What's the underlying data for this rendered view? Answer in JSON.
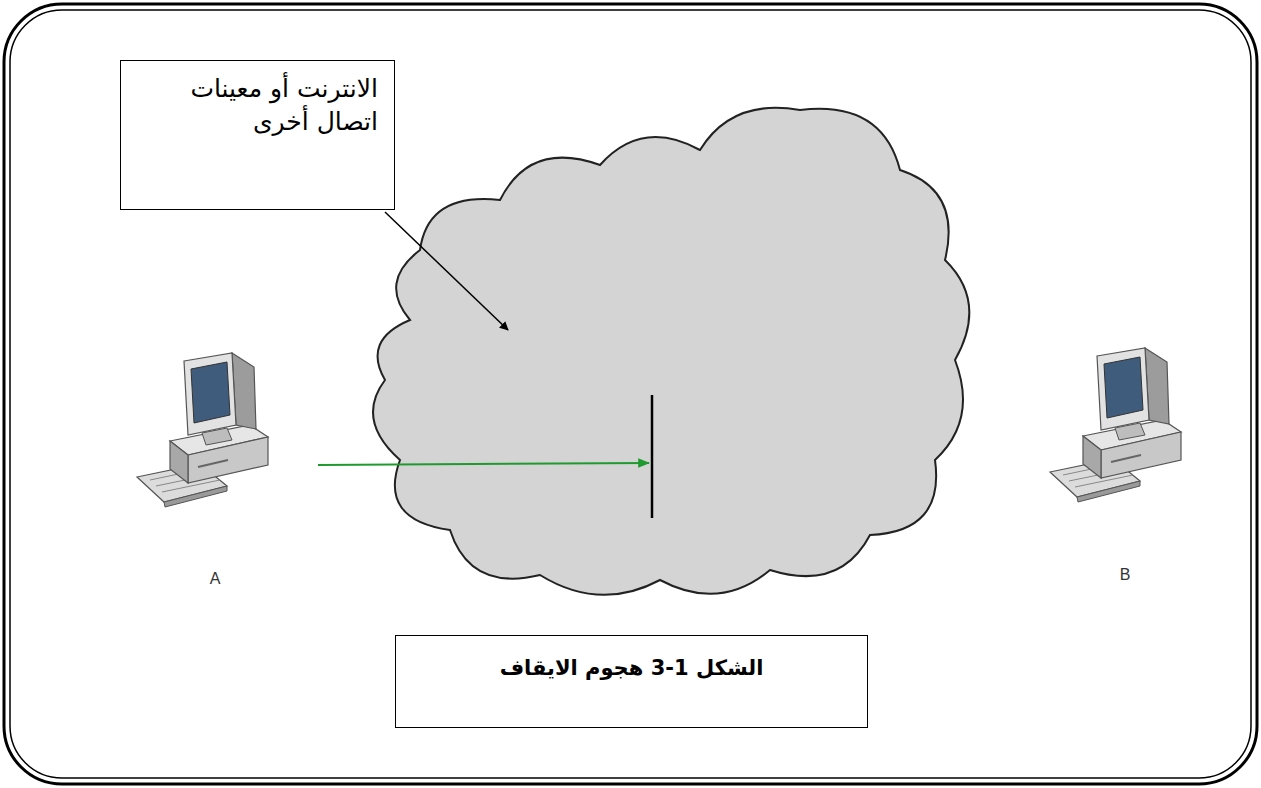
{
  "diagram": {
    "caption": "الشكل 1-3 هجوم الايقاف",
    "nodes": [
      {
        "text": [
          "الانترنت أو معينات اتصال أخرى"
        ]
      }
    ],
    "labels": [
      "A",
      "B"
    ]
  }
}
